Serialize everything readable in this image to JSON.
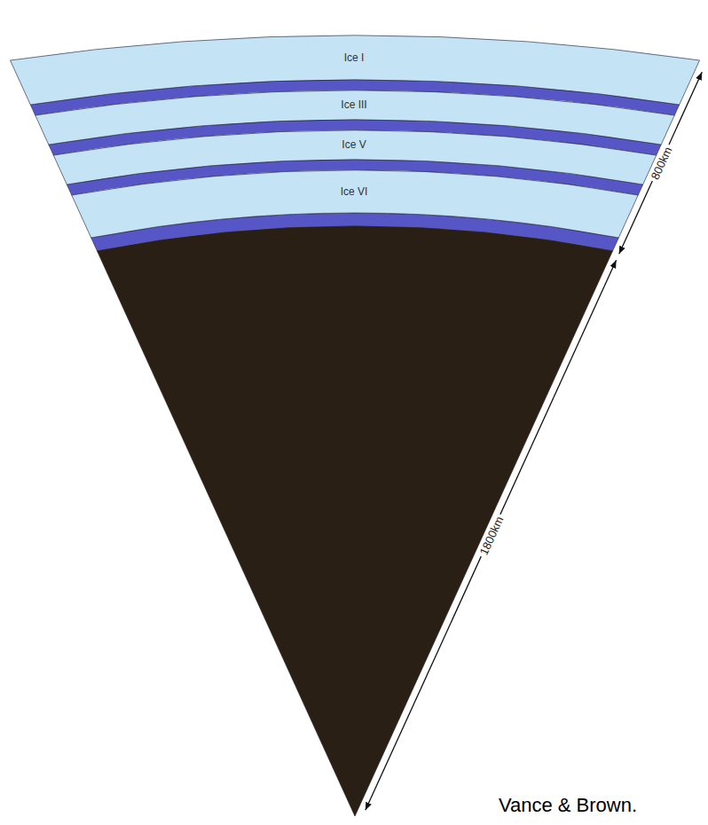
{
  "diagram": {
    "nodes": [
      {
        "text": [
          "Ice I"
        ]
      },
      {
        "text": [
          "Ice III"
        ]
      },
      {
        "text": [
          "Ice V"
        ]
      },
      {
        "text": [
          "Ice VI"
        ]
      }
    ],
    "labels": [
      "800km",
      "1800km",
      "Vance & Brown."
    ]
  }
}
